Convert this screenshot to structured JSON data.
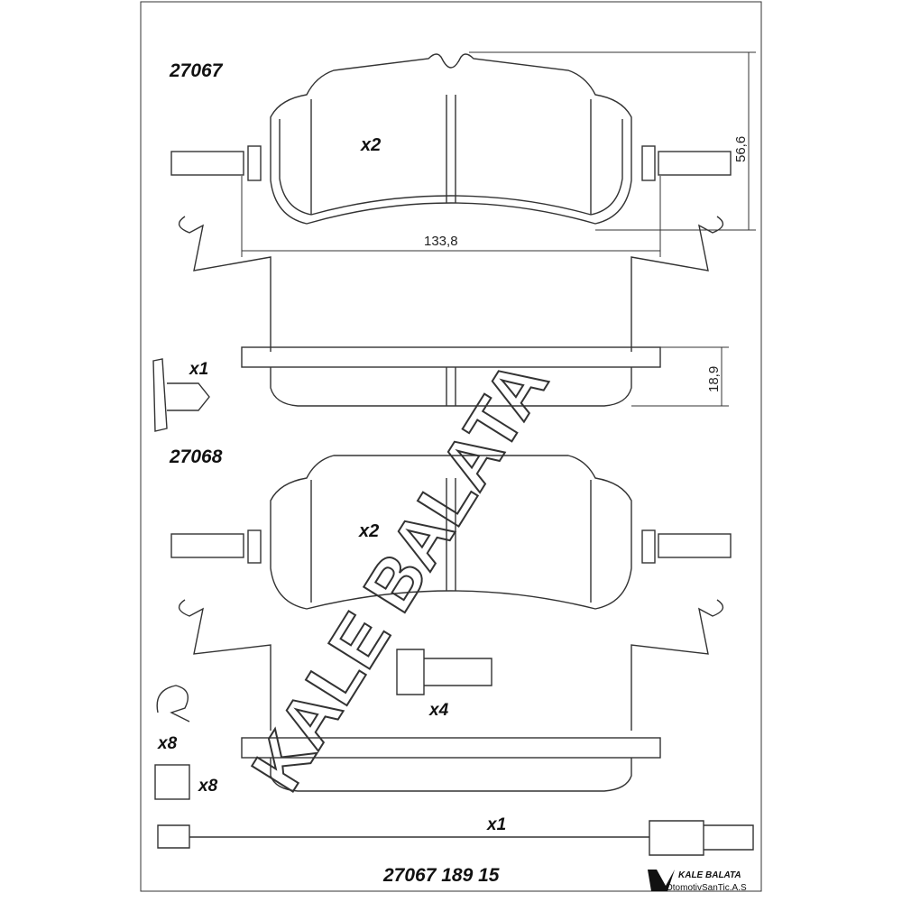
{
  "part_numbers": {
    "top": "27067",
    "middle": "27068",
    "full": "27067 189 15"
  },
  "quantities": {
    "pad_top": "x2",
    "pad_bottom": "x2",
    "clip": "x1",
    "bolt": "x4",
    "spring": "x8",
    "retainer": "x8",
    "sensor": "x1"
  },
  "dimensions": {
    "width": "133,8",
    "height": "56,6",
    "thickness": "18,9"
  },
  "watermark": "KALE BALATA",
  "logo": {
    "line1": "KALE BALATA",
    "line2": "OtomotivSanTic.A.S"
  }
}
